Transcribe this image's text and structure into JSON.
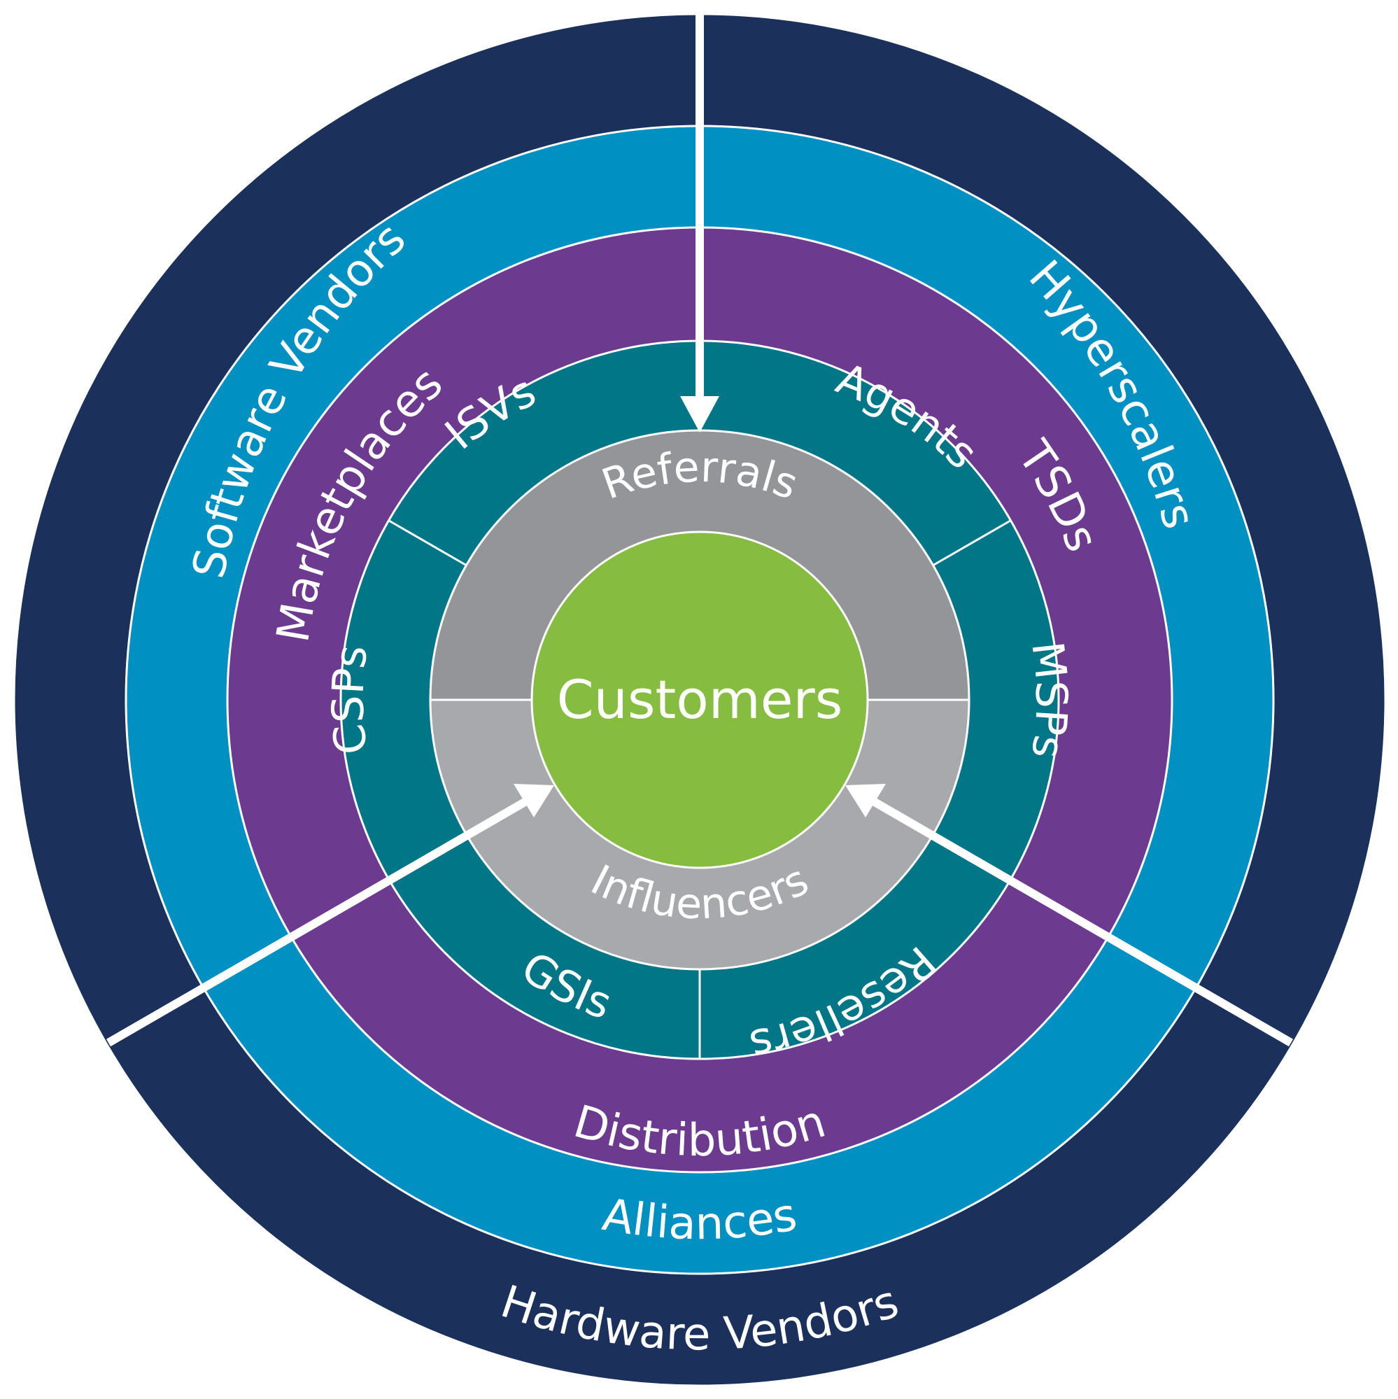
{
  "center": {
    "label": "Customers",
    "color": "#86BC40"
  },
  "rings": {
    "outer": {
      "color": "#1B315B",
      "labels": {
        "top_left": "Software Vendors",
        "top_right": "Hyperscalers",
        "bottom": "Hardware Vendors"
      }
    },
    "alliances": {
      "color": "#0091C2",
      "label": "Alliances"
    },
    "purple": {
      "color": "#6C3B8F",
      "labels": {
        "left": "Marketplaces",
        "right": "TSDs",
        "bottom": "Distribution"
      }
    },
    "teal": {
      "color": "#007687",
      "labels": {
        "isvs": "ISVs",
        "agents": "Agents",
        "msps": "MSPs",
        "resellers": "Resellers",
        "gsis": "GSIs",
        "csps": "CSPs"
      }
    },
    "gray": {
      "top_color": "#939598",
      "bottom_color": "#A7A9AC",
      "labels": {
        "top": "Referrals",
        "bottom": "Influencers"
      }
    }
  }
}
